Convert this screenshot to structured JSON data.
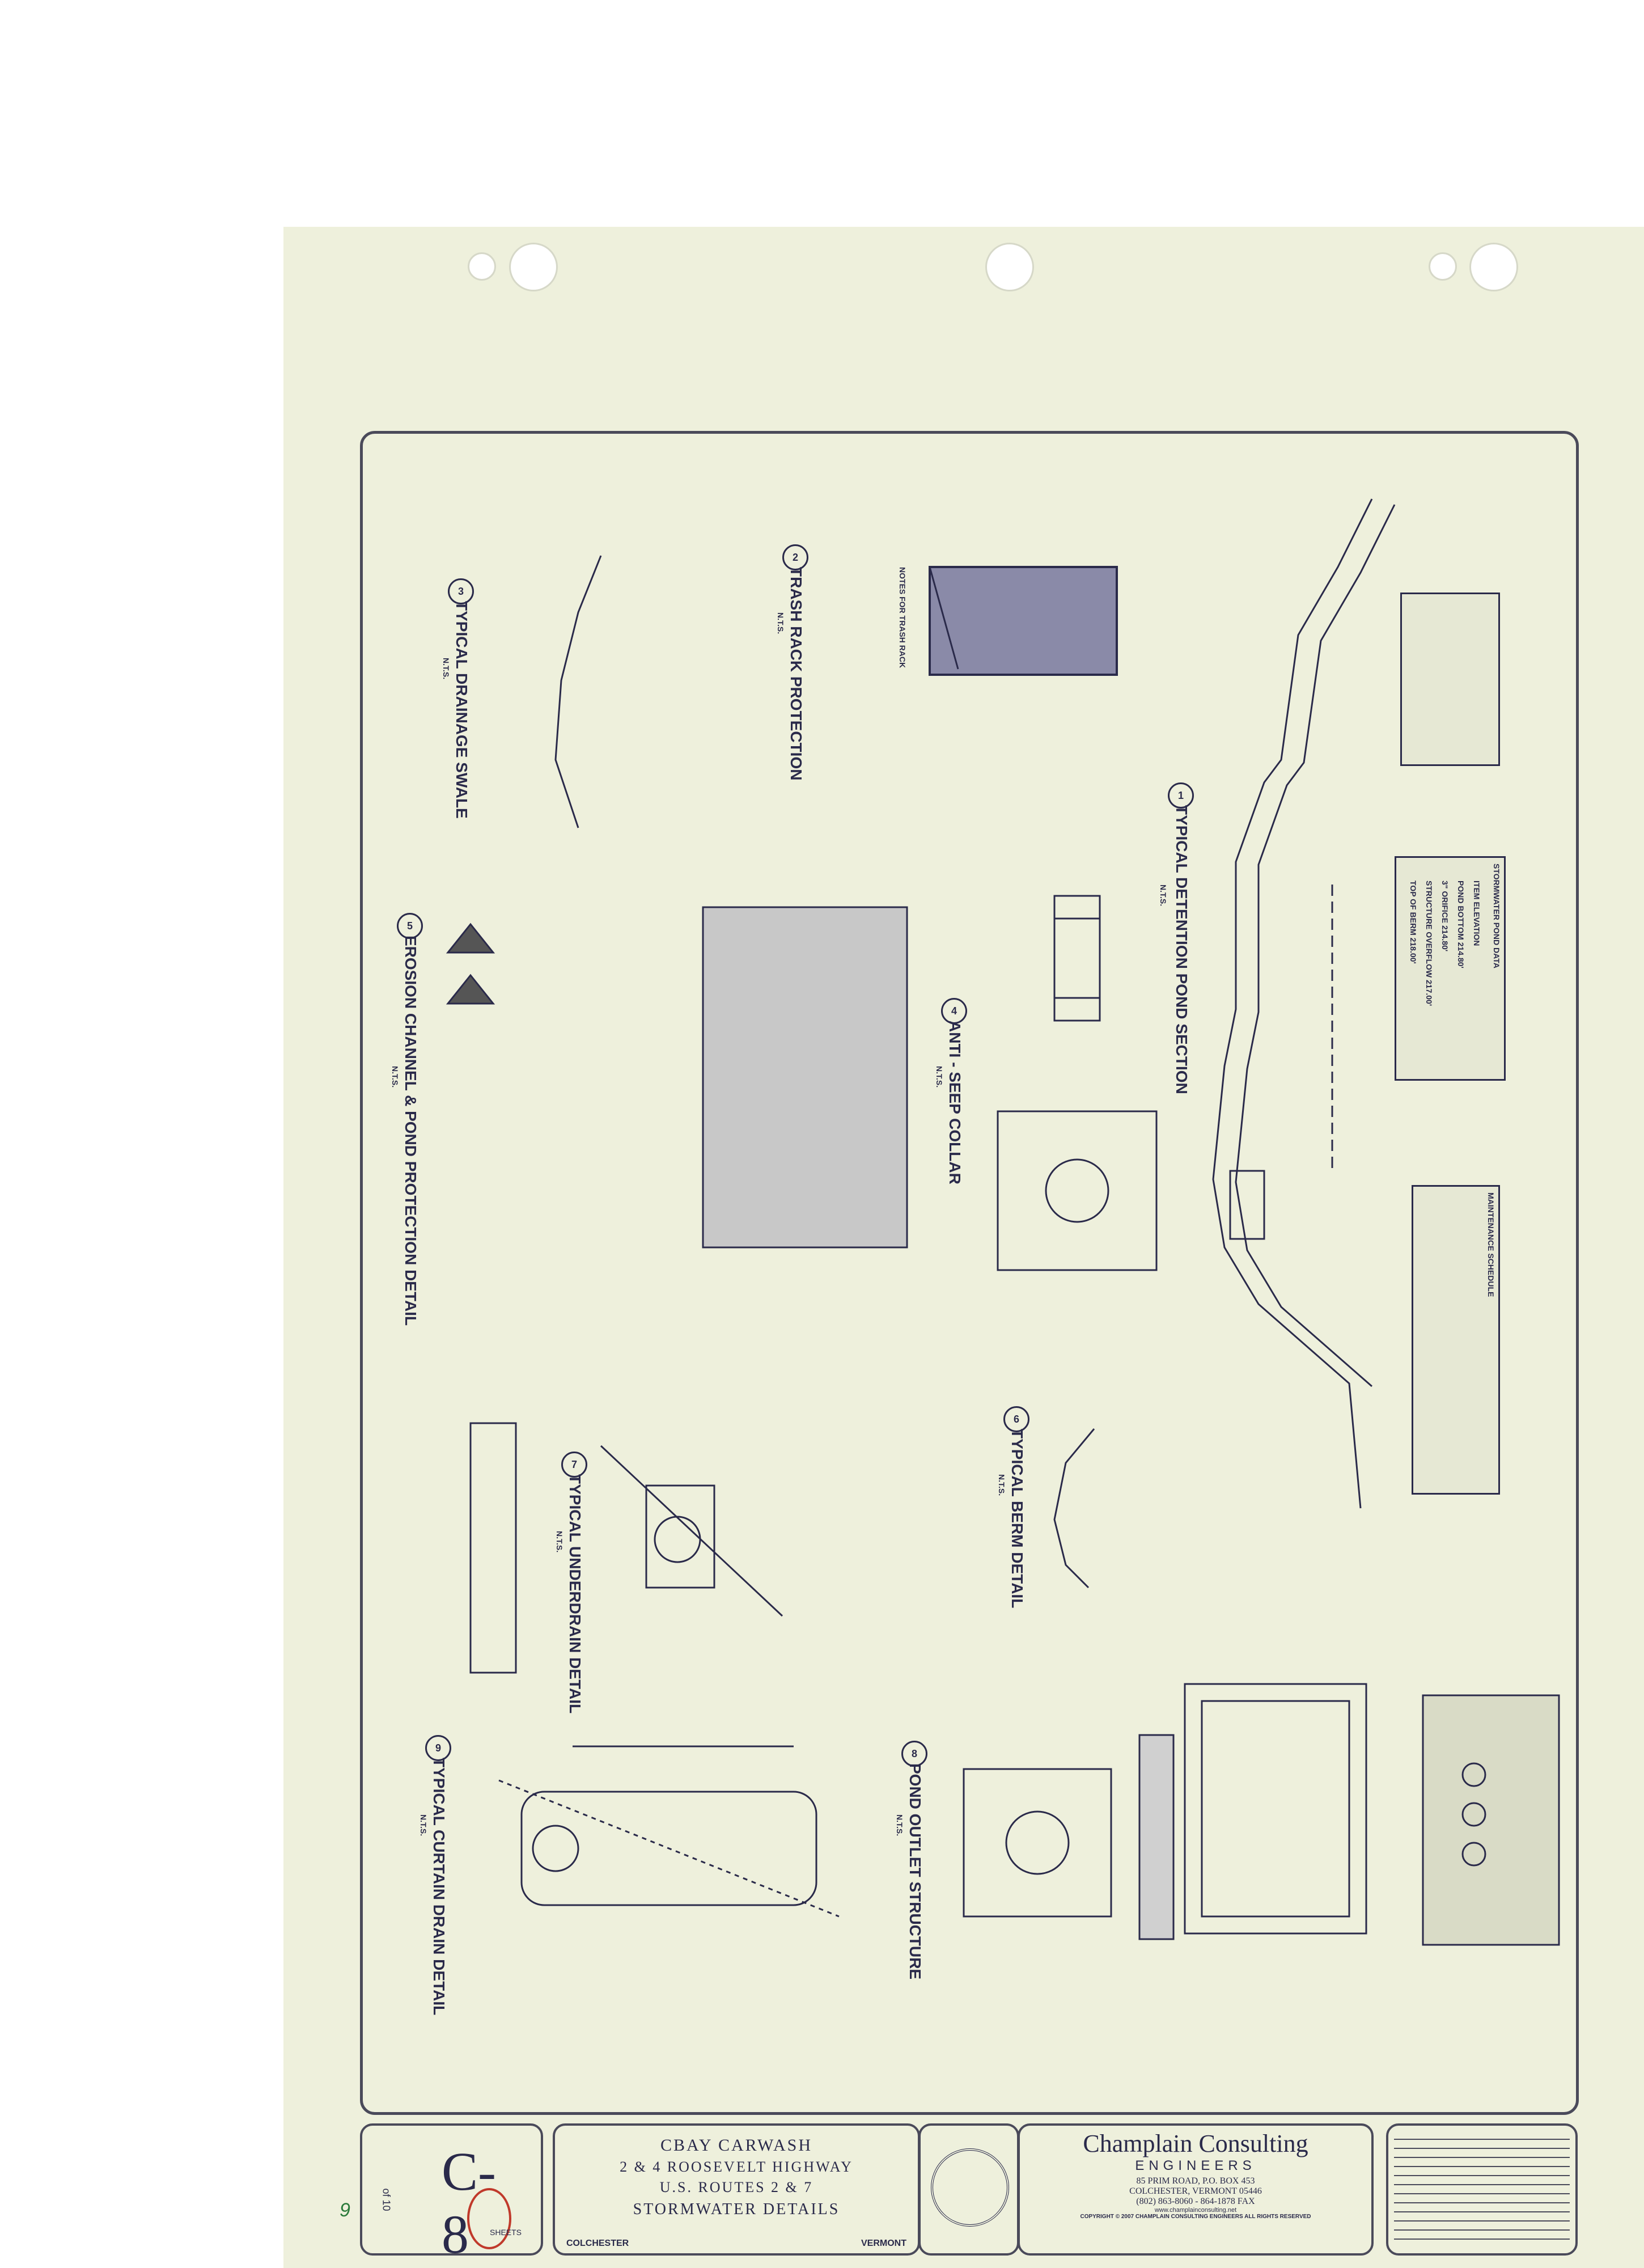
{
  "details": {
    "detention": {
      "title": "TYPICAL DETENTION POND SECTION",
      "scale": "N.T.S."
    },
    "trash_rack": {
      "title": "TRASH RACK PROTECTION",
      "scale": "N.T.S."
    },
    "drainage_swale": {
      "title": "TYPICAL DRAINAGE SWALE",
      "scale": "N.T.S."
    },
    "anti_seep": {
      "title": "ANTI - SEEP COLLAR",
      "scale": "N.T.S."
    },
    "erosion": {
      "title": "EROSION CHANNEL & POND PROTECTION DETAIL",
      "scale": "N.T.S."
    },
    "berm": {
      "title": "TYPICAL BERM DETAIL",
      "scale": "N.T.S."
    },
    "underdrain": {
      "title": "TYPICAL UNDERDRAIN DETAIL",
      "scale": "N.T.S."
    },
    "outlet": {
      "title": "POND OUTLET STRUCTURE",
      "scale": "N.T.S."
    },
    "curtain": {
      "title": "TYPICAL CURTAIN DRAIN DETAIL",
      "scale": "N.T.S."
    }
  },
  "notes": {
    "trash_rack_heading": "NOTES FOR TRASH RACK",
    "maintenance_heading": "MAINTENANCE SCHEDULE",
    "pond_data_heading": "STORMWATER POND DATA",
    "pond_data_rows": [
      [
        "ITEM",
        "ELEVATION"
      ],
      [
        "POND BOTTOM",
        "214.80'"
      ],
      [
        "3\" ORIFICE",
        "214.80'"
      ],
      [
        "STRUCTURE OVERFLOW",
        "217.00'"
      ],
      [
        "TOP OF BERM",
        "218.00'"
      ]
    ]
  },
  "title_block": {
    "sheet_id": "C-8",
    "sheet_of": "of 10",
    "sheets_label": "SHEETS",
    "handwritten_page": "9",
    "project_name": "CBAY CARWASH",
    "address": "2 & 4 ROOSEVELT HIGHWAY",
    "routes": "U.S. ROUTES 2 & 7",
    "sheet_title": "STORMWATER DETAILS",
    "town": "COLCHESTER",
    "state": "VERMONT",
    "firm_name": "Champlain Consulting",
    "firm_sub": "ENGINEERS",
    "firm_addr1": "85 PRIM ROAD, P.O. BOX 453",
    "firm_addr2": "COLCHESTER, VERMONT 05446",
    "firm_phone": "(802) 863-8060 - 864-1878 FAX",
    "firm_web": "www.champlainconsulting.net",
    "copyright": "COPYRIGHT © 2007 CHAMPLAIN CONSULTING ENGINEERS ALL RIGHTS RESERVED"
  },
  "colors": {
    "paper": "#eef0dc",
    "ink": "#2a2a4a",
    "red_circle": "#c0392b"
  }
}
